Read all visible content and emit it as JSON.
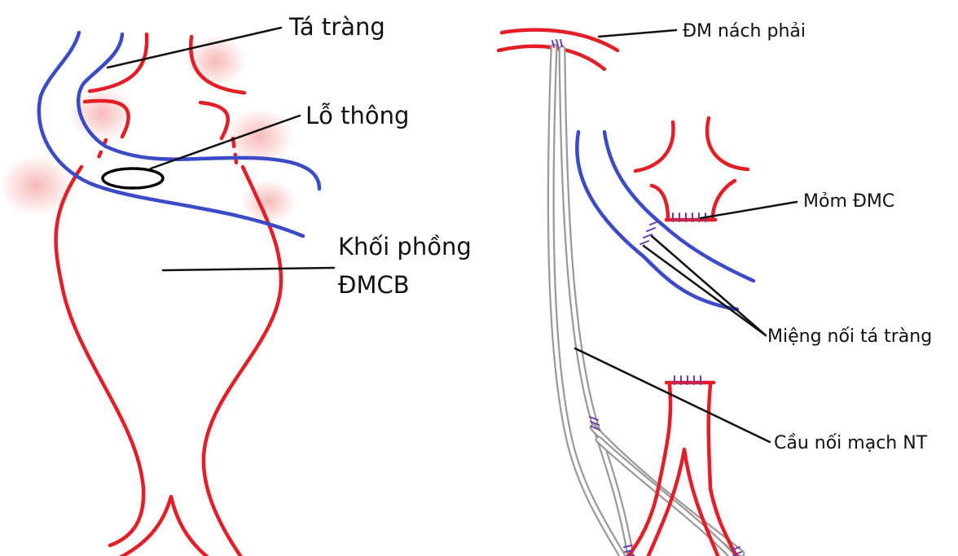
{
  "diagram": {
    "labels": {
      "ta_trang": "Tá tràng",
      "lo_thong": "Lỗ thông",
      "khoi_phong_line1": "Khối phồng",
      "khoi_phong_line2": "ĐMCB",
      "dm_nach_phai": "ĐM nách phải",
      "mom_dmc": "Mỏm ĐMC",
      "mieng_noi_ta_trang": "Miệng nối tá tràng",
      "cau_noi_mach_nt": "Cầu nối mạch NT"
    },
    "colors": {
      "artery": "#e41e26",
      "duodenum": "#3b4bc8",
      "graft": "#9a9a9a",
      "suture": "#6a3bb0",
      "leader": "#111111",
      "inflammation_glow": "#f08080"
    }
  }
}
